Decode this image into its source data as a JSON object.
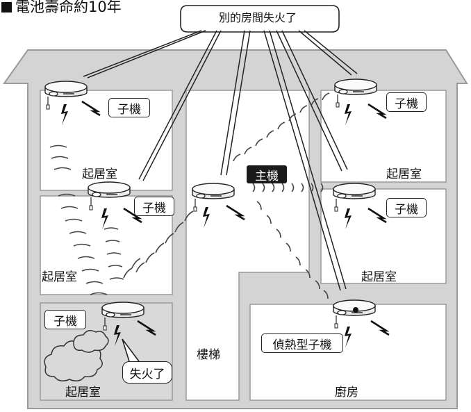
{
  "title": "電池壽命約10年",
  "callout": "別的房間失火了",
  "main_unit_label": "主機",
  "sub_unit_label": "子機",
  "heat_sub_unit_label": "偵熱型子機",
  "fire_label": "失火了",
  "rooms": {
    "living_room": "起居室",
    "stairs": "樓梯",
    "kitchen": "廚房"
  },
  "colors": {
    "wall_fill": "#d4d4d4",
    "wall_stroke": "#9a9a9a",
    "room_fill": "#ffffff",
    "fire_room_fill": "#d9d9d9",
    "label_box": "#1a1a1a"
  }
}
